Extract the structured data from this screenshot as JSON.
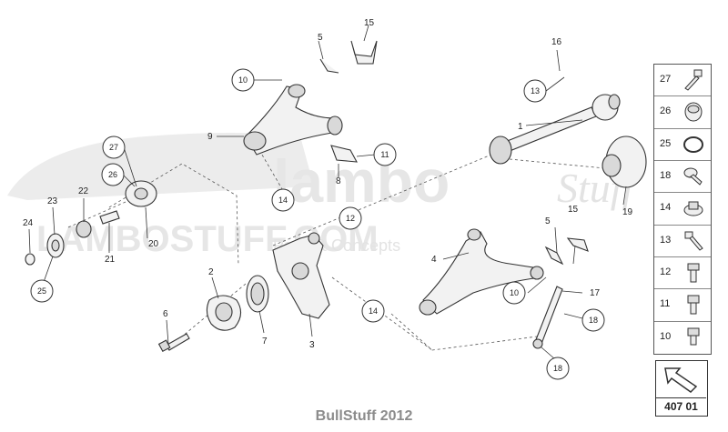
{
  "watermark": {
    "brand_main": "lambo",
    "brand_script": "Stuff",
    "site": "LAMBOSTUFF.COM",
    "tagline": "Parts & Concepts"
  },
  "labels": {
    "l1": "1",
    "l2": "2",
    "l3": "3",
    "l4": "4",
    "l5a": "5",
    "l5b": "5",
    "l6": "6",
    "l7": "7",
    "l8": "8",
    "l9": "9",
    "l15a": "15",
    "l15b": "15",
    "l16": "16",
    "l17": "17",
    "l19": "19",
    "l20": "20",
    "l21": "21",
    "l22": "22",
    "l23": "23",
    "l24": "24"
  },
  "callouts": {
    "c10a": "10",
    "c10b": "10",
    "c11": "11",
    "c12": "12",
    "c13": "13",
    "c14a": "14",
    "c14b": "14",
    "c18a": "18",
    "c18b": "18",
    "c25": "25",
    "c26": "26",
    "c27": "27"
  },
  "legend_panel": [
    {
      "number": "27",
      "icon": "long-bolt-icon"
    },
    {
      "number": "26",
      "icon": "nut-cap-icon"
    },
    {
      "number": "25",
      "icon": "ring-icon"
    },
    {
      "number": "18",
      "icon": "flange-bolt-icon"
    },
    {
      "number": "14",
      "icon": "flange-nut-icon"
    },
    {
      "number": "13",
      "icon": "bolt-icon"
    },
    {
      "number": "12",
      "icon": "short-bolt-icon"
    },
    {
      "number": "11",
      "icon": "hex-bolt-icon"
    },
    {
      "number": "10",
      "icon": "hex-bolt-small-icon"
    }
  ],
  "page_box": {
    "number": "407 01",
    "icon": "next-page-arrow-icon"
  },
  "footer": {
    "text": "BullStuff 2012"
  }
}
